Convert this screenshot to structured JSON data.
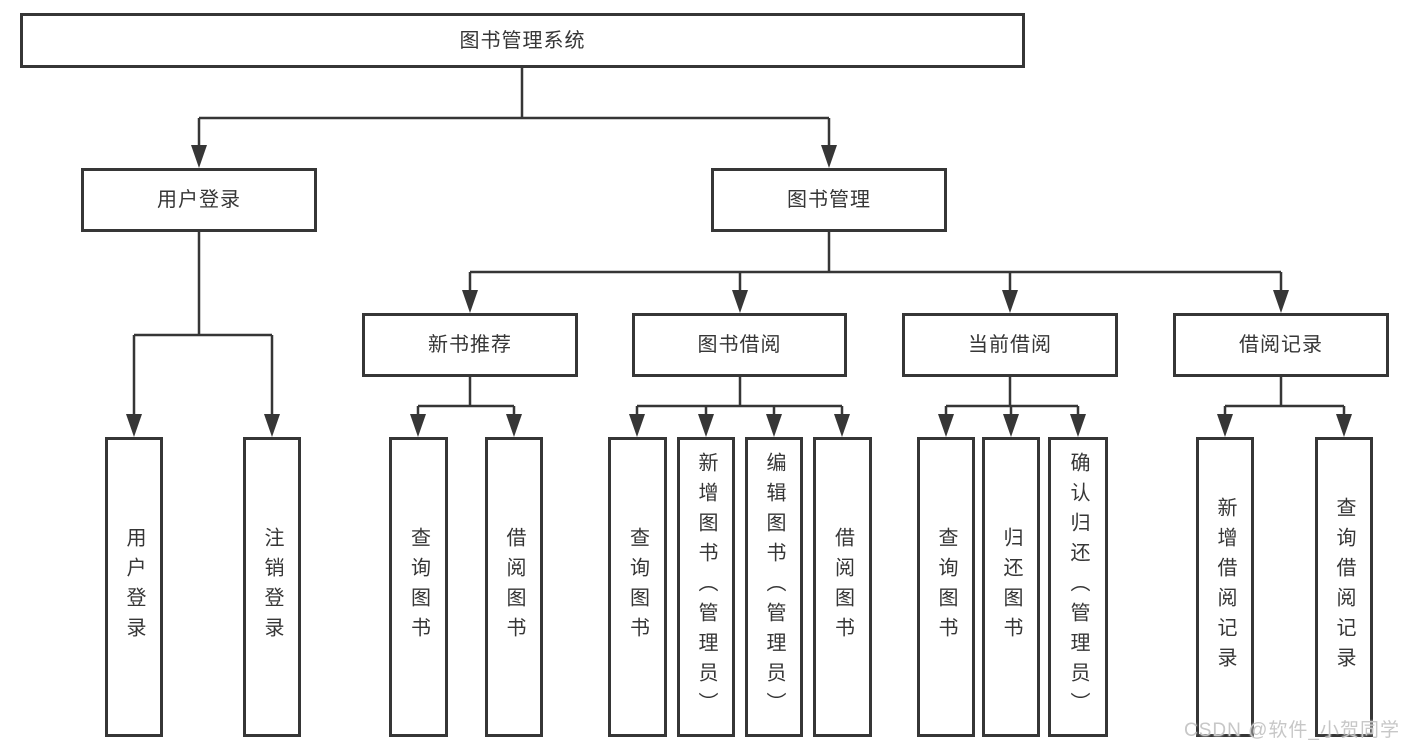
{
  "colors": {
    "line": "#363636",
    "box_border": "#363636",
    "text": "#363636",
    "background": "#ffffff",
    "watermark": "#c7c7c7"
  },
  "tree": {
    "label": "图书管理系统",
    "children": [
      {
        "label": "用户登录",
        "children": [
          {
            "label": "用户登录"
          },
          {
            "label": "注销登录"
          }
        ]
      },
      {
        "label": "图书管理",
        "children": [
          {
            "label": "新书推荐",
            "children": [
              {
                "label": "查询图书"
              },
              {
                "label": "借阅图书"
              }
            ]
          },
          {
            "label": "图书借阅",
            "children": [
              {
                "label": "查询图书"
              },
              {
                "label": "新增图书（管理员）"
              },
              {
                "label": "编辑图书（管理员）"
              },
              {
                "label": "借阅图书"
              }
            ]
          },
          {
            "label": "当前借阅",
            "children": [
              {
                "label": "查询图书"
              },
              {
                "label": "归还图书"
              },
              {
                "label": "确认归还（管理员）"
              }
            ]
          },
          {
            "label": "借阅记录",
            "children": [
              {
                "label": "新增借阅记录"
              },
              {
                "label": "查询借阅记录"
              }
            ]
          }
        ]
      }
    ]
  },
  "watermark": {
    "text": "CSDN @软件_小贺同学"
  }
}
